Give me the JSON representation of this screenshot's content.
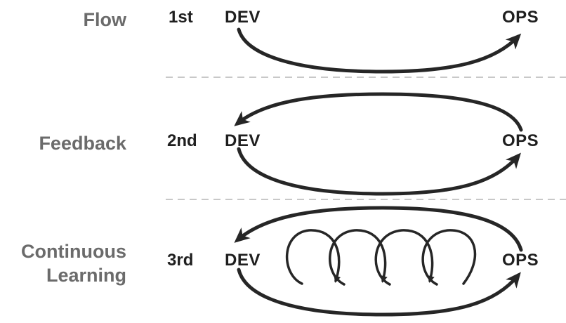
{
  "colors": {
    "arrow": "#262626",
    "label": "#6b6b6b",
    "text": "#1f1f1f",
    "divider": "#c8c8c8"
  },
  "rows": [
    {
      "label": "Flow",
      "ordinal": "1st",
      "left_node": "DEV",
      "right_node": "OPS"
    },
    {
      "label": "Feedback",
      "ordinal": "2nd",
      "left_node": "DEV",
      "right_node": "OPS"
    },
    {
      "label_lines": [
        "Continuous",
        "Learning"
      ],
      "ordinal": "3rd",
      "left_node": "DEV",
      "right_node": "OPS"
    }
  ]
}
